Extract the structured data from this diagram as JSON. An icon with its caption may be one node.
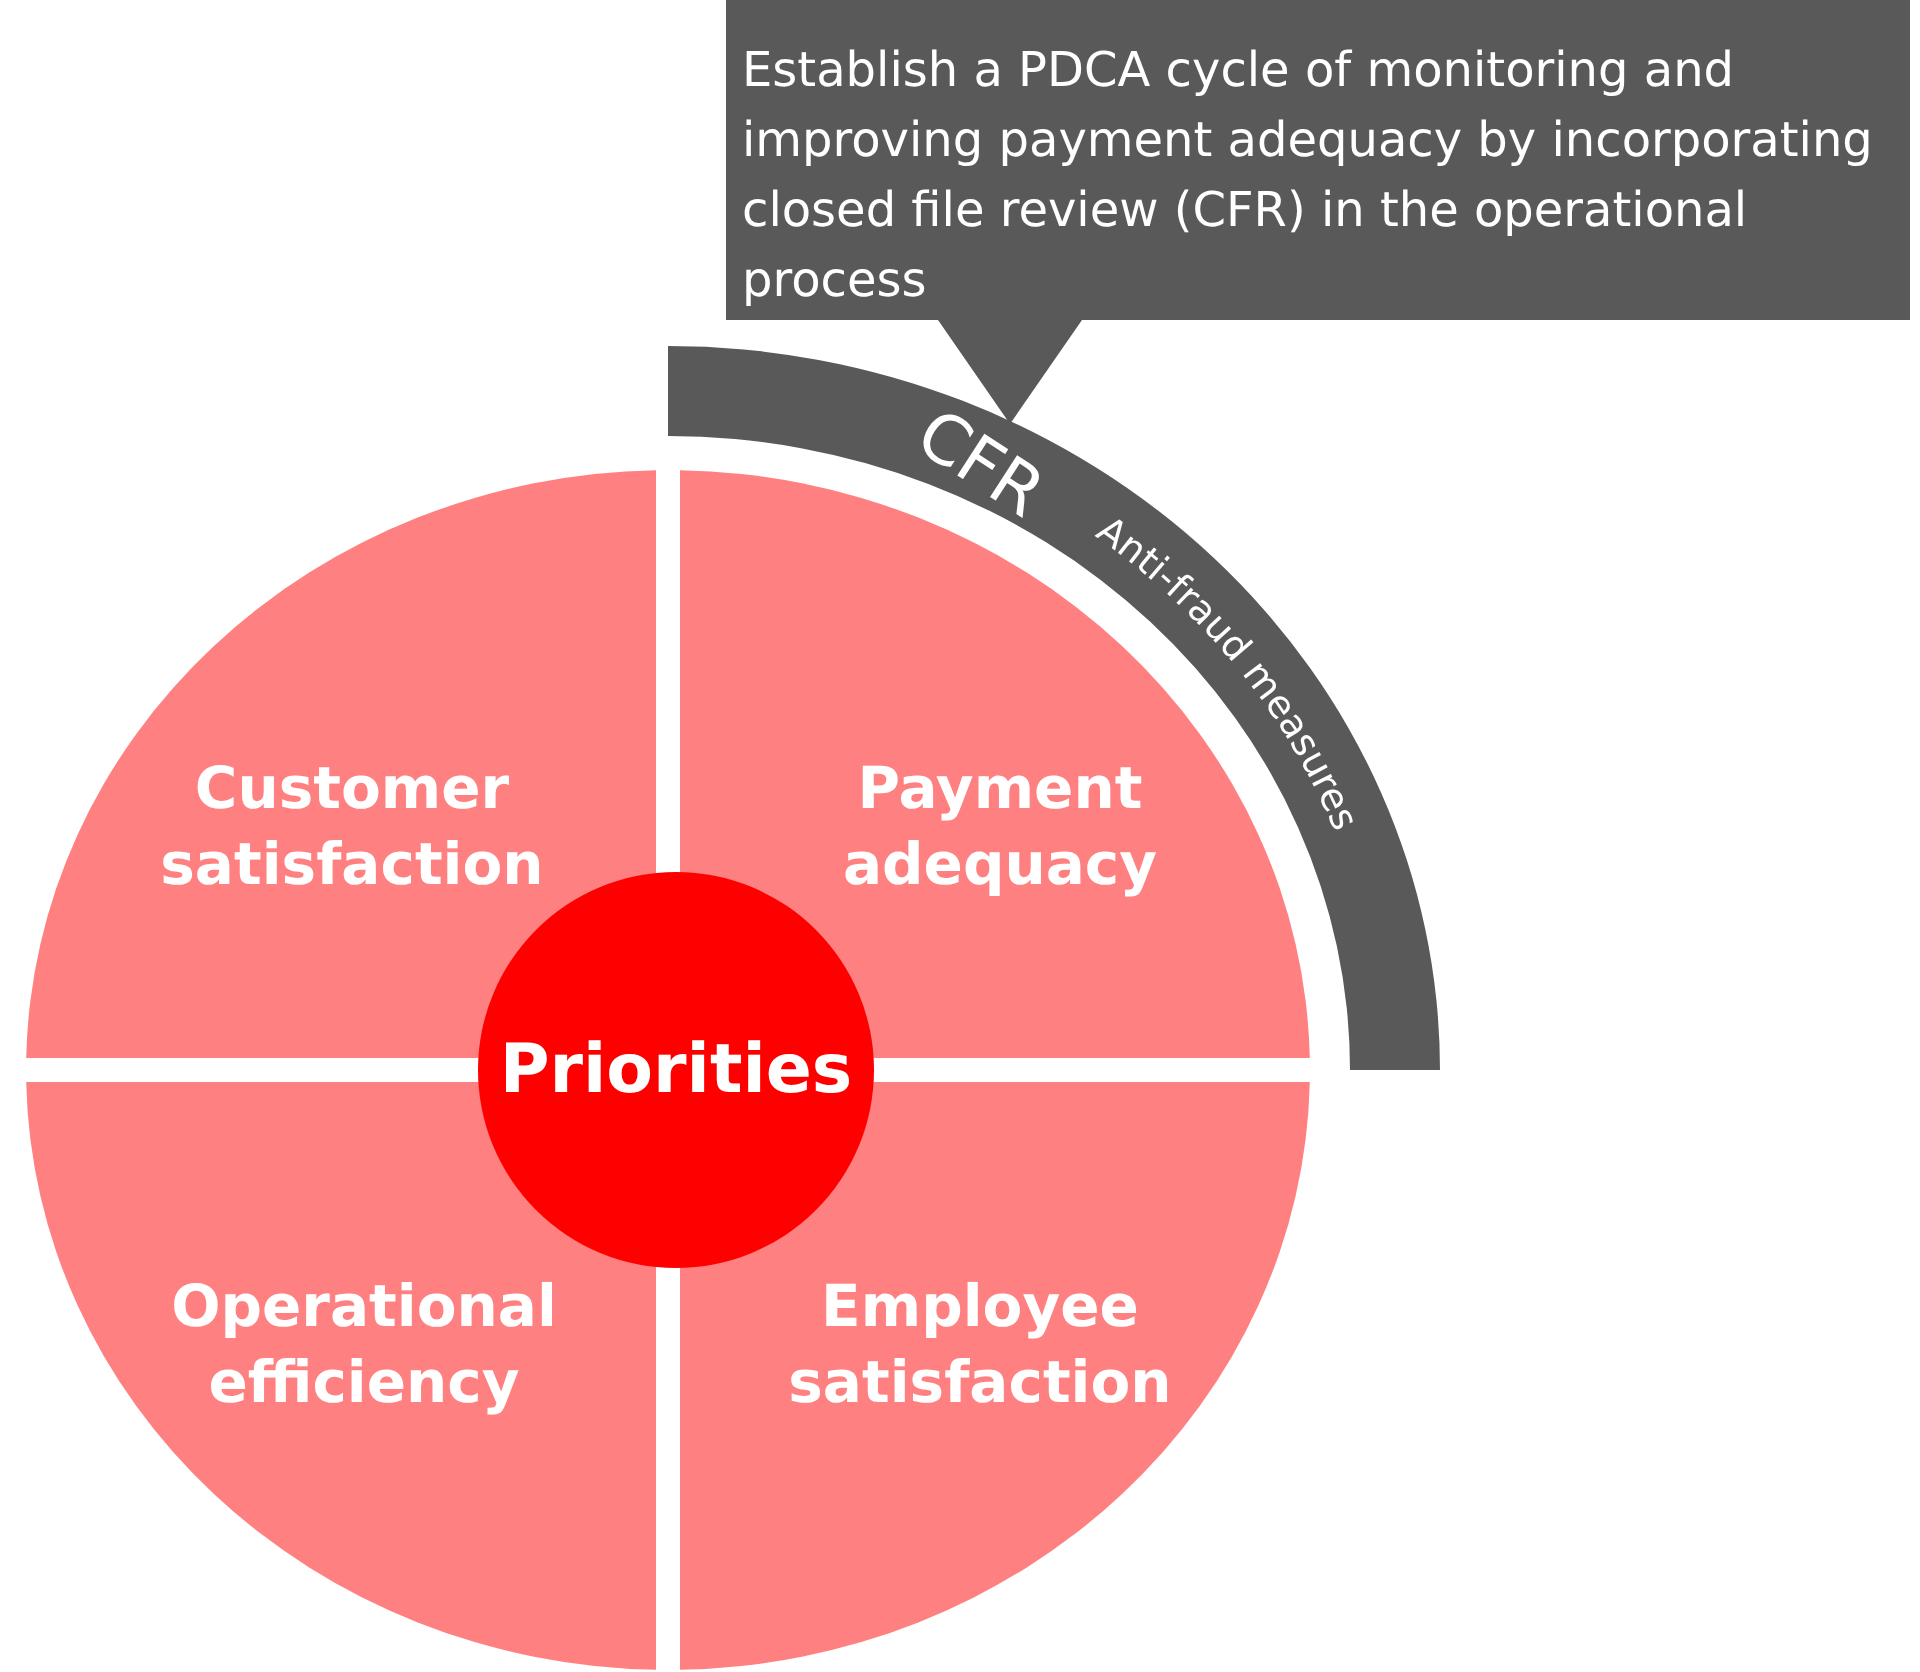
{
  "diagram": {
    "nodes": [
      {
        "text": [
          "Establish a PDCA cycle of monitoring and improving payment adequacy by incorporating closed file review (CFR) in the operational process"
        ]
      },
      {
        "text": [
          "CFR",
          "Anti-fraud measures"
        ]
      },
      {
        "text": [
          "Customer satisfaction"
        ]
      },
      {
        "text": [
          "Payment adequacy"
        ]
      },
      {
        "text": [
          "Operational efficiency"
        ]
      },
      {
        "text": [
          "Employee satisfaction"
        ]
      },
      {
        "text": [
          "Priorities"
        ]
      }
    ]
  }
}
